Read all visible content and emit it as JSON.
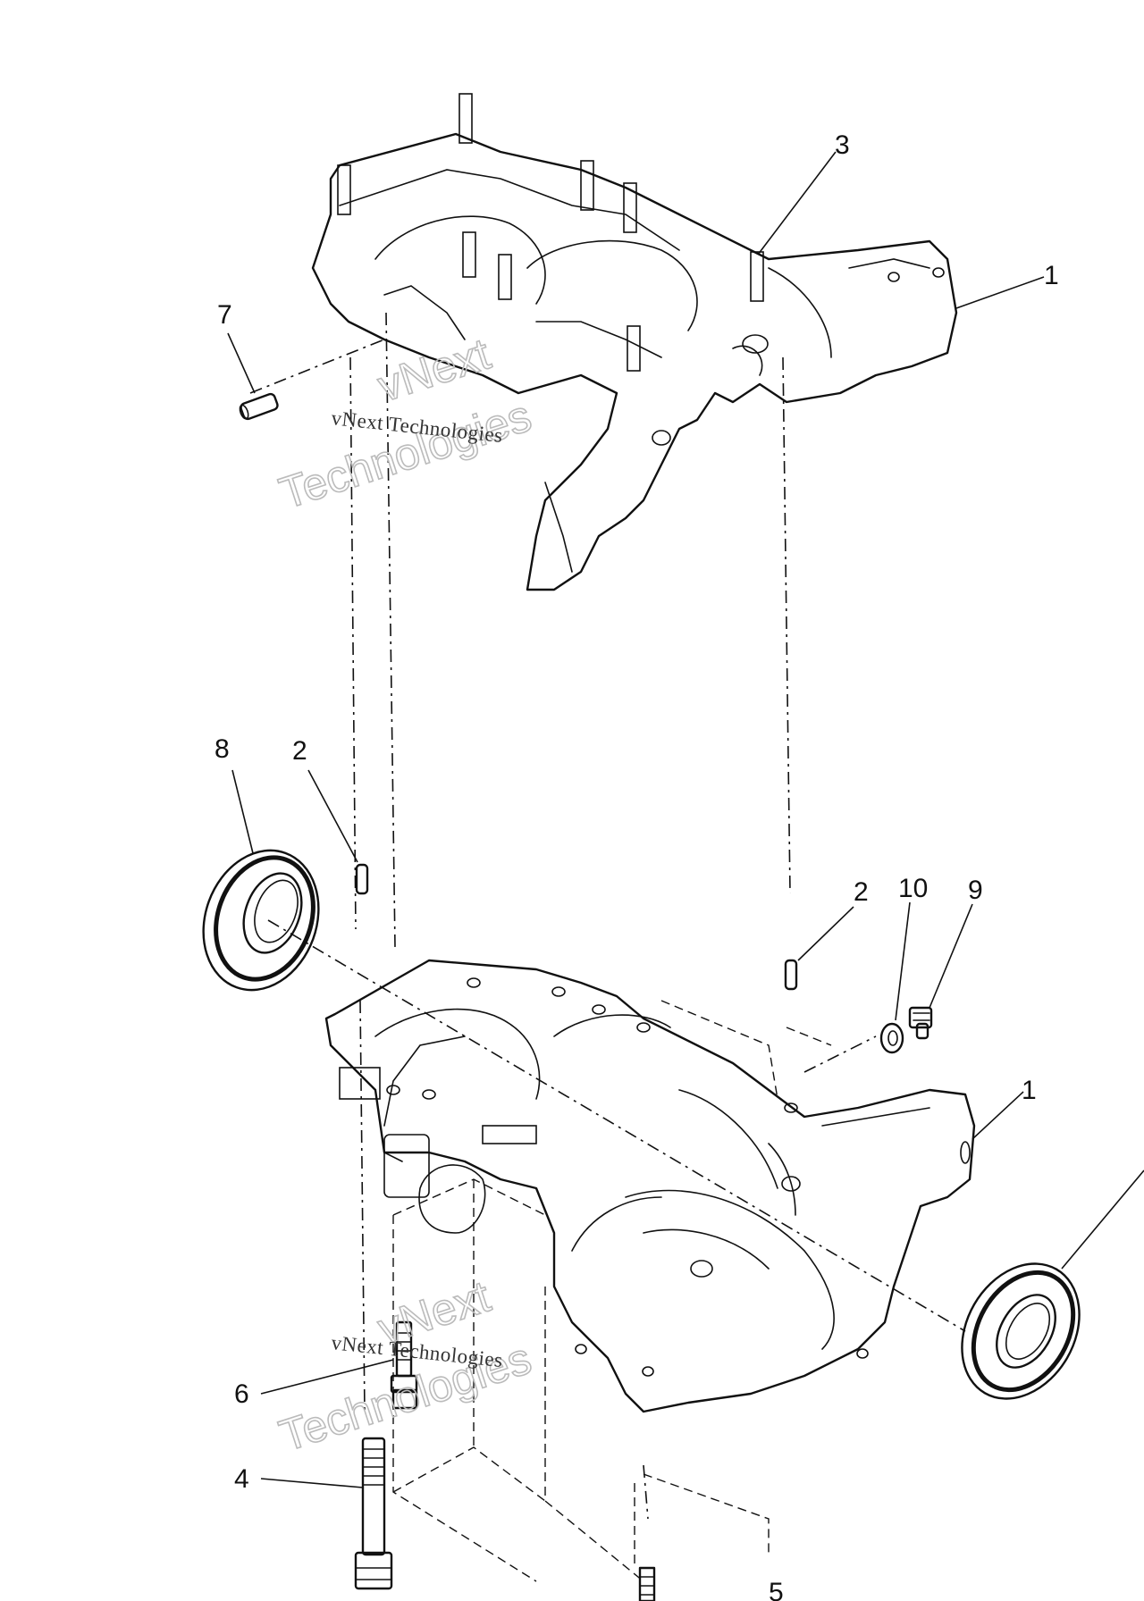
{
  "diagram": {
    "callouts": [
      {
        "id": "c3",
        "label": "3"
      },
      {
        "id": "c1-top",
        "label": "1"
      },
      {
        "id": "c7",
        "label": "7"
      },
      {
        "id": "c8",
        "label": "8"
      },
      {
        "id": "c2-left",
        "label": "2"
      },
      {
        "id": "c2-right",
        "label": "2"
      },
      {
        "id": "c10",
        "label": "10"
      },
      {
        "id": "c9",
        "label": "9"
      },
      {
        "id": "c1-bottom",
        "label": "1"
      },
      {
        "id": "c6",
        "label": "6"
      },
      {
        "id": "c4",
        "label": "4"
      },
      {
        "id": "c5",
        "label": "5"
      }
    ]
  },
  "watermark": {
    "line": "vNext Technologies",
    "brand_top": "vNext",
    "brand_bottom": "Technologies"
  }
}
